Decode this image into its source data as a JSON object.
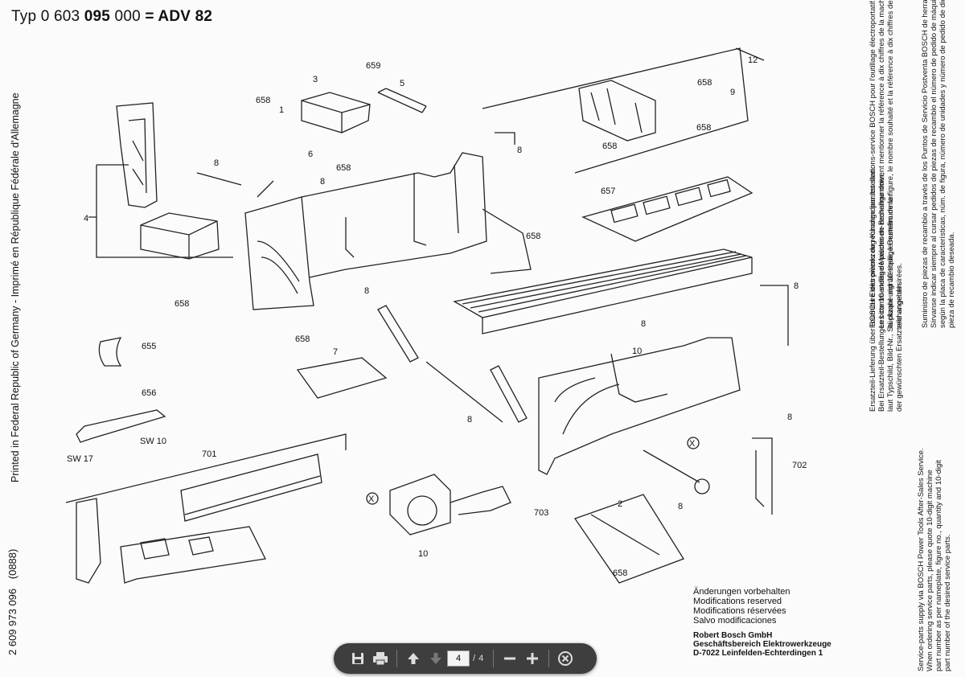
{
  "header": {
    "typ_label": "Typ",
    "number_a": "0 603",
    "number_b": "095",
    "number_c": "000",
    "equals_model": "= ADV 82"
  },
  "left_margin": {
    "part_number": "2 609 973 096",
    "date_code": "(0888)",
    "printed_in": "Printed in Federal Republic of Germany - Imprimé en République Fédérale d'Allemagne"
  },
  "part_labels": [
    "12",
    "659",
    "5",
    "3",
    "658",
    "1",
    "6",
    "8",
    "4",
    "9",
    "657",
    "7",
    "655",
    "656",
    "SW 10",
    "SW 17",
    "701",
    "10",
    "702",
    "703",
    "2",
    "X"
  ],
  "notes": {
    "line1": "Änderungen vorbehalten",
    "line2": "Modifications reserved",
    "line3": "Modifications réservées",
    "line4": "Salvo modificaciones"
  },
  "company": {
    "line1": "Robert Bosch GmbH",
    "line2": "Geschäftsbereich Elektrowerkzeuge",
    "line3": "D-7022 Leinfelden-Echterdingen 1"
  },
  "right_text": {
    "de_head": "Ersatzteil-Lieferung über BOSCH Elektrowerkzeug-Kundendienststellen.",
    "de_body1": "Bei Ersatzteil-Bestellungen bitte 10-stellige Maschinen-Bestellnummer,",
    "de_body2": "laut Typschild, Bild-Nr., Stückzahl und 10-stellige Bestellnummer",
    "de_body3": "der gewünschten Ersatzteile angeben.",
    "en_head": "Service-parts supply via BOSCH Power Tools After-Sales Service.",
    "en_body1": "When ordering service parts, please quote 10-digit machine",
    "en_body2": "part number as per nameplate, figure no., quantity and 10-digit",
    "en_body3": "part number of the desired service parts.",
    "fr_head": "Fourniture des pièces de rechange par les stations-service BOSCH pour l'outillage électroportatif.",
    "fr_body1": "Les commandes de pièces de rechange doivent mentionner la référence à dix chiffres de la machine figurant sur",
    "fr_body2": "la plaque signalétique, le numéro de la figure, le nombre souhaité et la référence à dix chiffres des pièces de",
    "fr_body3": "rechange désirées.",
    "es_head": "Suministro de piezas de recambio a través de los Puntos de Servicio Postventa BOSCH de herramientas eléctricas.",
    "es_body1": "Sírvanse indicar siempre al cursar pedidos de piezas de recambio el número de pedido de máquina de diez cifras",
    "es_body2": "según la placa de características, núm. de figura, número de unidades y número de pedido de diez cifras de la",
    "es_body3": "pieza de recambio deseada."
  },
  "viewer_toolbar": {
    "current_page": "4",
    "separator": "/",
    "total_pages": "4",
    "icons": [
      "save-icon",
      "print-icon",
      "arrow-up-icon",
      "arrow-down-icon",
      "zoom-out-icon",
      "zoom-in-icon",
      "close-icon"
    ],
    "bg_color": "#3e3e3e"
  }
}
